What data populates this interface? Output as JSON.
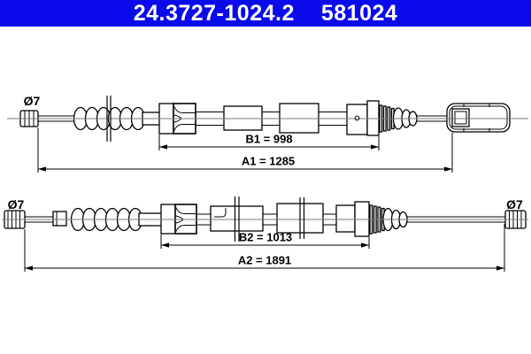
{
  "header": {
    "part_number": "24.3727-1024.2",
    "catalog_number": "581024",
    "bar_color": "#0a0aeb",
    "text_color": "#ffffff"
  },
  "diagram": {
    "line_color": "#000000",
    "centerline_color": "#7a7a7a",
    "background": "#ffffff",
    "top_cable": {
      "diameter_label": "Ø7",
      "dim_b": {
        "name": "B1",
        "value_mm": 998,
        "label": "B1 = 998"
      },
      "dim_a": {
        "name": "A1",
        "value_mm": 1285,
        "label": "A1 = 1285"
      }
    },
    "bottom_cable": {
      "diameter_label_left": "Ø7",
      "diameter_label_right": "Ø7",
      "dim_b": {
        "name": "B2",
        "value_mm": 1013,
        "label": "B2 = 1013"
      },
      "dim_a": {
        "name": "A2",
        "value_mm": 1891,
        "label": "A2 = 1891"
      }
    }
  }
}
